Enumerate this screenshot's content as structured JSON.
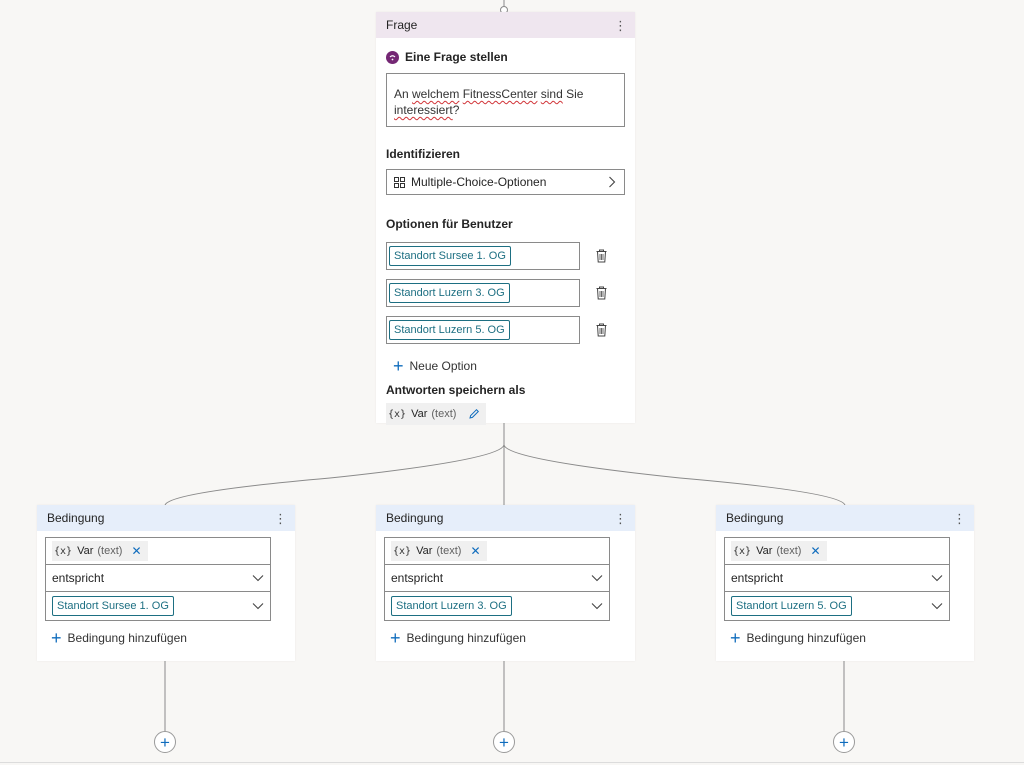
{
  "question": {
    "header_title": "Frage",
    "prompt_label": "Eine Frage stellen",
    "question_text": {
      "w1": "An ",
      "w2": "welchem",
      "w3": " ",
      "w4": "FitnessCenter",
      "w5": " ",
      "w6": "sind",
      "w7": " Sie",
      "w8": "interessiert",
      "w9": "?"
    },
    "identify_label": "Identifizieren",
    "identify_value": "Multiple-Choice-Optionen",
    "options_label": "Optionen für Benutzer",
    "options": [
      {
        "label": "Standort Sursee 1. OG"
      },
      {
        "label": "Standort Luzern 3. OG"
      },
      {
        "label": "Standort Luzern 5. OG"
      }
    ],
    "new_option_label": "Neue Option",
    "save_as_label": "Antworten speichern als",
    "variable": {
      "icon": "{x}",
      "name": "Var",
      "type": "(text)"
    }
  },
  "conditions": [
    {
      "header_title": "Bedingung",
      "var_icon": "{x}",
      "var_name": "Var",
      "var_type": "(text)",
      "operator": "entspricht",
      "value": "Standort Sursee 1. OG",
      "add_label": "Bedingung hinzufügen"
    },
    {
      "header_title": "Bedingung",
      "var_icon": "{x}",
      "var_name": "Var",
      "var_type": "(text)",
      "operator": "entspricht",
      "value": "Standort Luzern 3. OG",
      "add_label": "Bedingung hinzufügen"
    },
    {
      "header_title": "Bedingung",
      "var_icon": "{x}",
      "var_name": "Var",
      "var_type": "(text)",
      "operator": "entspricht",
      "value": "Standort Luzern 5. OG",
      "add_label": "Bedingung hinzufügen"
    }
  ],
  "icons": {
    "kebab": "more-vertical-icon",
    "question": "question-circle-icon",
    "grid": "grid-icon",
    "chevron_right": "chevron-right-icon",
    "chevron_down": "chevron-down-icon",
    "trash": "trash-icon",
    "plus": "plus-icon",
    "pencil": "pencil-icon",
    "dismiss": "close-icon",
    "add_node": "add-node-icon"
  },
  "colors": {
    "question_header": "#efe6ef",
    "condition_header": "#e6eefa",
    "accent": "#0f6cbd",
    "chip_teal": "#1d6f82",
    "question_icon": "#742774"
  }
}
